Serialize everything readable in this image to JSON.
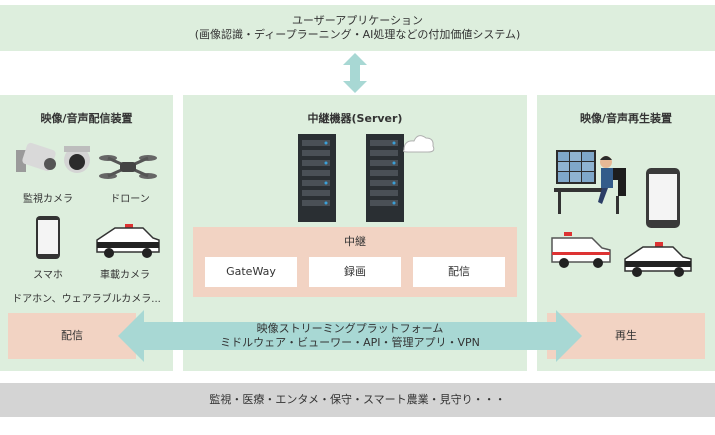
{
  "top": {
    "line1": "ユーザーアプリケーション",
    "line2": "(画像認識・ディープラーニング・AI処理などの付加価値システム)"
  },
  "left": {
    "title": "映像/音声配信装置",
    "devices": {
      "camera": "監視カメラ",
      "drone": "ドローン",
      "phone": "スマホ",
      "car_camera": "車載カメラ"
    },
    "more": "ドアホン、ウェアラブルカメラ...",
    "bottom_label": "配信"
  },
  "middle": {
    "title": "中継機器(Server)",
    "relay": {
      "title": "中継",
      "boxes": [
        "GateWay",
        "録画",
        "配信"
      ]
    }
  },
  "right": {
    "title": "映像/音声再生装置",
    "bottom_label": "再生"
  },
  "platform": {
    "line1": "映像ストリーミングプラットフォーム",
    "line2": "ミドルウェア・ビューワー・API・管理アプリ・VPN"
  },
  "bottom": {
    "text": "監視・医療・エンタメ・保守・スマート農業・見守り・・・"
  },
  "colors": {
    "panel_green": "#ddeedd",
    "salmon": "#f2d3c3",
    "arrow_teal": "#a8d8d4",
    "bottom_gray": "#d4d4d4",
    "server_dark": "#2a2f33",
    "server_led": "#3aa0d8"
  }
}
